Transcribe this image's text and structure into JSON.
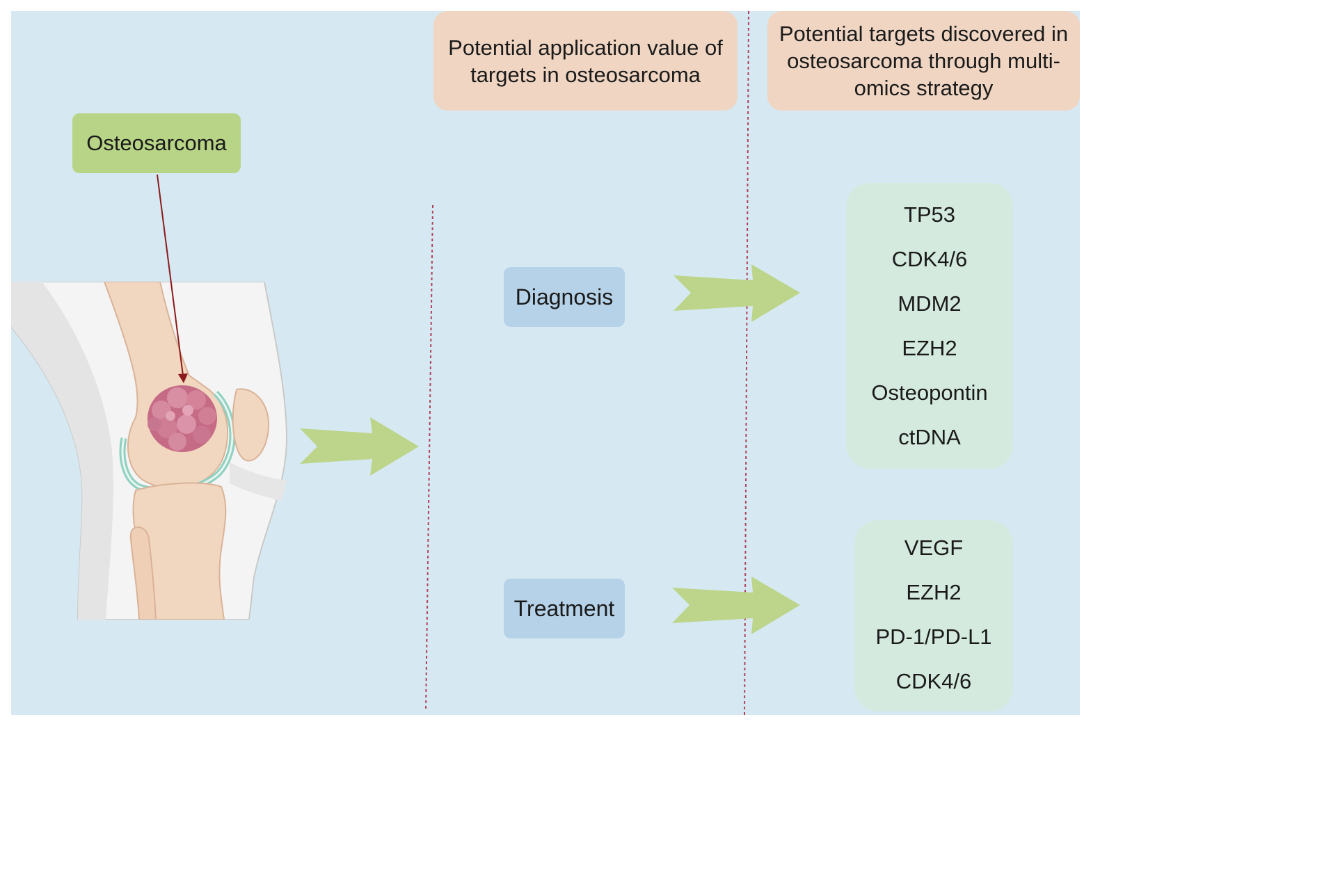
{
  "label": {
    "osteosarcoma": "Osteosarcoma"
  },
  "headers": {
    "application": "Potential application value of targets in osteosarcoma",
    "targets": "Potential targets discovered in osteosarcoma through multi-omics strategy"
  },
  "applications": {
    "diagnosis": "Diagnosis",
    "treatment": "Treatment"
  },
  "targets": {
    "diagnosis": [
      "TP53",
      "CDK4/6",
      "MDM2",
      "EZH2",
      "Osteopontin",
      "ctDNA"
    ],
    "treatment": [
      "VEGF",
      "EZH2",
      "PD-1/PD-L1",
      "CDK4/6"
    ]
  },
  "colors": {
    "background": "#d6e9f2",
    "header_fill": "#efd5c2",
    "label_green": "#b8d486",
    "label_blue": "#b6d2e8",
    "target_box": "#d4eadf",
    "arrow": "#bcd58a",
    "divider": "#b0415a",
    "pointer": "#8b1a1a"
  }
}
